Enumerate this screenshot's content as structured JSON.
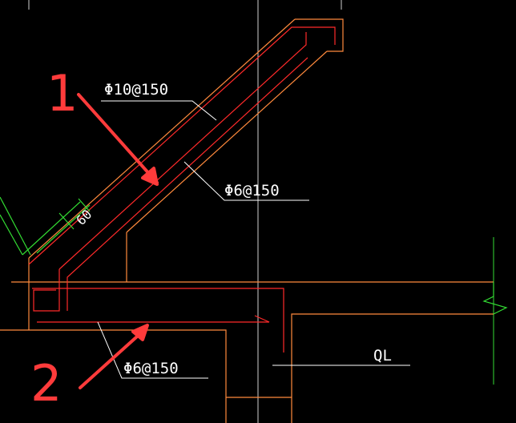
{
  "colors": {
    "background": "#000000",
    "outline": "#ff8a3d",
    "rebar": "#ff2a2a",
    "centerline": "#cfcfcf",
    "leader": "#ffffff",
    "text": "#ffffff",
    "dimension": "#33dd33",
    "markup": "#ff3b3b"
  },
  "labels": {
    "rebar_top": "Φ10@150",
    "rebar_mid": "Φ6@150",
    "rebar_bottom": "Φ6@150",
    "beam": "QL",
    "dimension": "60"
  },
  "markup": {
    "number_1": "1",
    "number_2": "2"
  }
}
